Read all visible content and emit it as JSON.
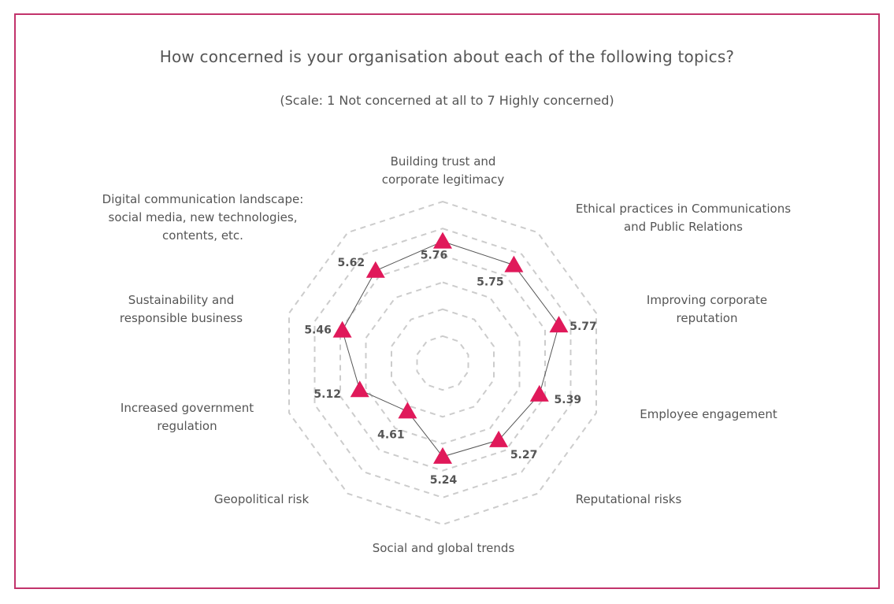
{
  "chart_data": {
    "type": "radar",
    "title": "How concerned is your organisation about each of the following topics?",
    "subtitle": "(Scale: 1 Not concerned at all to 7 Highly concerned)",
    "categories": [
      "Building trust and\ncorporate legitimacy",
      "Ethical practices in Communications\nand Public Relations",
      "Improving corporate\nreputation",
      "Employee engagement",
      "Reputational risks",
      "Social and global trends",
      "Geopolitical risk",
      "Increased government\nregulation",
      "Sustainability and\nresponsible business",
      "Digital communication landscape:\nsocial media, new technologies,\ncontents, etc."
    ],
    "values": [
      5.76,
      5.75,
      5.77,
      5.39,
      5.27,
      5.24,
      4.61,
      5.12,
      5.46,
      5.62
    ],
    "value_labels": [
      "5.76",
      "5.75",
      "5.77",
      "5.39",
      "5.27",
      "5.24",
      "4.61",
      "5.12",
      "5.46",
      "5.62"
    ],
    "rlim": [
      3.5,
      6.5
    ],
    "rings": [
      4.0,
      4.5,
      5.0,
      5.5,
      6.0,
      6.5
    ],
    "grid": true,
    "legend": "none",
    "marker": "triangle",
    "colors": {
      "marker": "#e0195a",
      "line": "#555555",
      "grid": "#cccccc",
      "frame": "#c2336b",
      "text": "#555555"
    }
  }
}
